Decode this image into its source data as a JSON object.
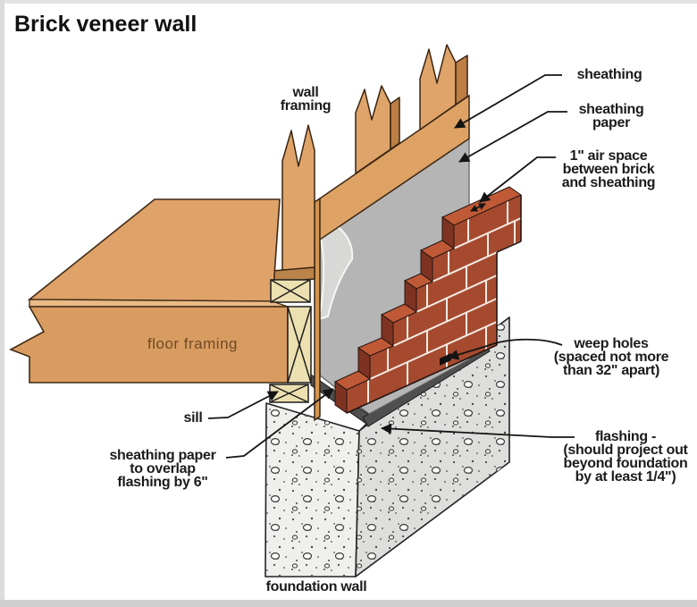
{
  "title": "Brick veneer wall",
  "diagram_labels": {
    "wall_framing": {
      "lines": [
        "wall",
        "framing"
      ]
    },
    "sheathing": {
      "lines": [
        "sheathing"
      ]
    },
    "sheathing_paper": {
      "lines": [
        "sheathing",
        "paper"
      ]
    },
    "air_space": {
      "lines": [
        "1\" air space",
        "between brick",
        "and sheathing"
      ]
    },
    "weep_holes": {
      "lines": [
        "weep holes",
        "(spaced not more",
        "than 32\" apart)"
      ]
    },
    "flashing": {
      "lines": [
        "flashing -",
        "(should project out",
        "beyond foundation",
        "by at least 1/4\")"
      ]
    },
    "sill": {
      "lines": [
        "sill"
      ]
    },
    "paper_overlap": {
      "lines": [
        "sheathing paper",
        "to overlap",
        "flashing by 6\""
      ]
    },
    "foundation_wall": {
      "lines": [
        "foundation wall"
      ]
    },
    "floor_framing": "floor framing"
  },
  "colors": {
    "wood": "#DFA269",
    "wood_side": "#BE7F44",
    "wood_outline": "#3E2A16",
    "blocking_fill": "#EDE0B0",
    "sheathing_tan": "#DFA265",
    "sheathing_edge": "#D39552",
    "paper_gray": "#B5B5B5",
    "paper_flap": "#D8D8D6",
    "flashing_dark": "#4F4F4F",
    "brick_face": "#A64A2F",
    "brick_top": "#C05A36",
    "brick_end": "#7E3322",
    "mortar": "#F4EBE4",
    "concrete_light": "#EFEFED",
    "concrete_dark": "#DEDEDC",
    "label_text": "#1B1B1B"
  }
}
